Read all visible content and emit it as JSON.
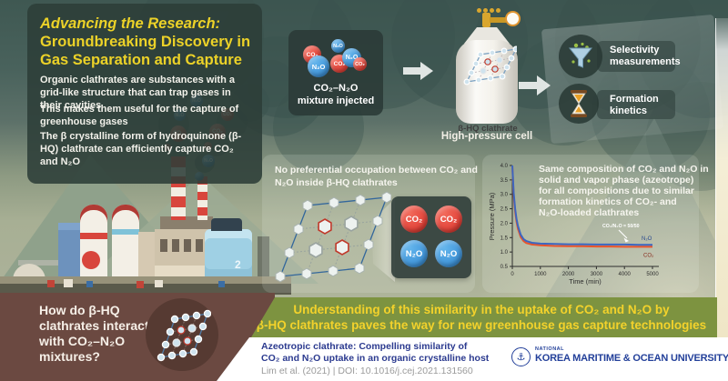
{
  "palette": {
    "banner_green": "#7d9340",
    "banner_yellow": "#f3d22b",
    "brown": "#6b4941",
    "co2_red": "#e8542c",
    "n2o_blue": "#3d66c0",
    "citation_blue": "#2b3a8f",
    "title_yellow": "#ecd228"
  },
  "header": {
    "title_line1": "Advancing the Research:",
    "title_line2": "Groundbreaking Discovery in",
    "title_line3": "Gas Separation and Capture",
    "paragraphs": [
      "Organic clathrates are substances with a grid-like structure that can trap gases in their cavities",
      "This makes them useful for the capture of greenhouse gases",
      "The β crystalline form of hydroquinone (β-HQ) clathrate can efficiently capture CO₂ and N₂O"
    ]
  },
  "process": {
    "mixture_panel": {
      "molecules": [
        "CO₂",
        "N₂O",
        "N₂O",
        "CO₂",
        "N₂O",
        "CO₂"
      ],
      "label_line1": "CO₂–N₂O",
      "label_line2": "mixture injected"
    },
    "cell": {
      "label": "β-HQ clathrate",
      "caption": "High-pressure cell"
    },
    "outputs": [
      {
        "icon": "funnel-icon",
        "label_line1": "Selectivity",
        "label_line2": "measurements"
      },
      {
        "icon": "hourglass-icon",
        "label_line1": "Formation",
        "label_line2": "kinetics"
      }
    ]
  },
  "scene": {
    "smoke_molecules": [
      "N₂O",
      "CO₂",
      "N₂O",
      "CO₂",
      "N₂O",
      "CO₂"
    ],
    "tank_label": "2"
  },
  "findings": {
    "occupation_panel": {
      "text_line1": "No preferential occupation between CO₂ and",
      "text_line2": "N₂O inside β-HQ clathrates",
      "callout_molecules": [
        "CO₂",
        "CO₂",
        "N₂O",
        "N₂O"
      ]
    },
    "kinetics_panel": {
      "lines": [
        "Same composition of CO₂ and N₂O in",
        "solid and vapor phase (azeotrope)",
        "for all compositions due to similar",
        "formation kinetics of CO₂- and",
        "N₂O-loaded clathrates"
      ]
    }
  },
  "chart_data": {
    "type": "line",
    "xlabel": "Time (min)",
    "ylabel": "Pressure (MPa)",
    "xlim": [
      0,
      5000
    ],
    "ylim": [
      0.5,
      4.0
    ],
    "xticks": [
      0,
      1000,
      2000,
      3000,
      4000,
      5000
    ],
    "yticks": [
      0.5,
      1.0,
      1.5,
      2.0,
      2.5,
      3.0,
      3.5,
      4.0
    ],
    "grid": false,
    "annotation": "CO₂/N₂O = 50/50",
    "x": [
      0,
      50,
      100,
      150,
      200,
      300,
      400,
      500,
      700,
      1000,
      1500,
      2000,
      2500,
      3000,
      3500,
      4000,
      4500,
      5000
    ],
    "series": [
      {
        "name": "N₂O",
        "color": "#3d66c0",
        "label_color": "#2b4a8f",
        "values": [
          4.0,
          3.05,
          2.5,
          2.15,
          1.9,
          1.6,
          1.45,
          1.38,
          1.32,
          1.29,
          1.28,
          1.27,
          1.27,
          1.26,
          1.26,
          1.26,
          1.25,
          1.25
        ]
      },
      {
        "name": "CO₂",
        "color": "#e8542c",
        "label_color": "#8a2f1f",
        "values": [
          4.0,
          2.95,
          2.4,
          2.05,
          1.8,
          1.52,
          1.38,
          1.31,
          1.26,
          1.23,
          1.21,
          1.2,
          1.2,
          1.19,
          1.19,
          1.18,
          1.18,
          1.18
        ]
      }
    ]
  },
  "question": {
    "lines": [
      "How do β-HQ",
      "clathrates interact",
      "with CO₂–N₂O",
      "mixtures?"
    ]
  },
  "banner": {
    "line1": "Understanding of this similarity in the uptake of CO₂ and N₂O by",
    "line2": "β-HQ clathrates paves the way for new greenhouse gas capture technologies"
  },
  "footer": {
    "citation_title_line1": "Azeotropic clathrate: Compelling similarity of",
    "citation_title_line2": "CO₂ and N₂O uptake in an organic crystalline host",
    "citation_meta": "Lim et al. (2021)  |  DOI: 10.1016/j.cej.2021.131560",
    "university": {
      "pre": "NATIONAL",
      "name": "KOREA MARITIME & OCEAN UNIVERSITY"
    }
  }
}
